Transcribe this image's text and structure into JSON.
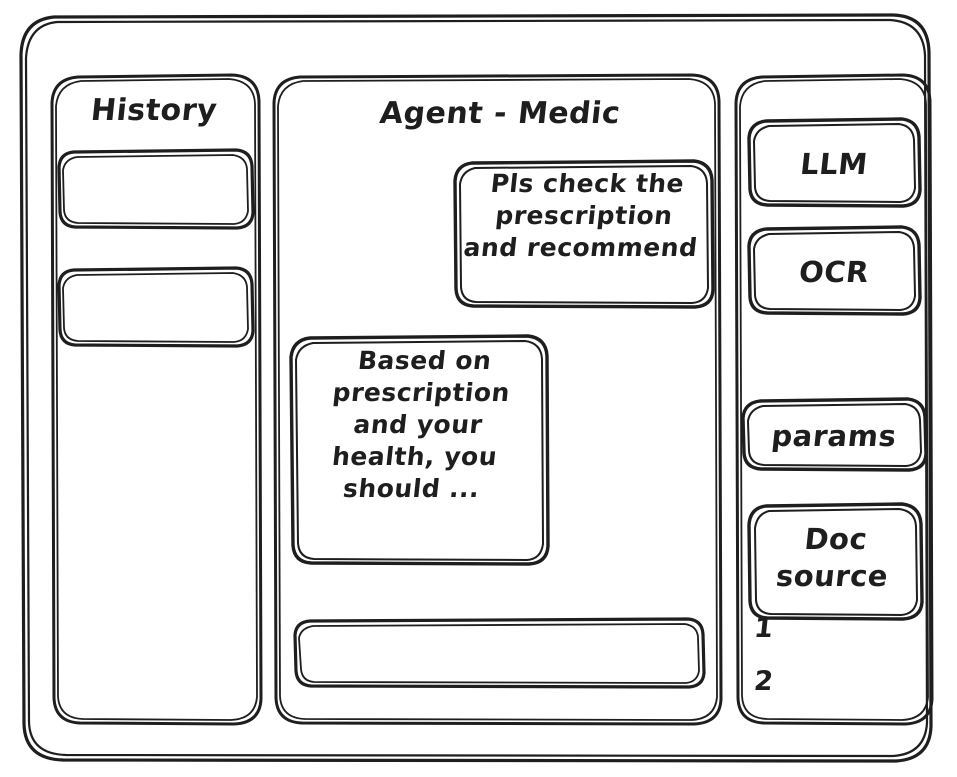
{
  "window": {
    "name": "agent-wireframe-window"
  },
  "sidebar_left": {
    "title": "History",
    "items": [
      {
        "label": "",
        "name": "history-item-1"
      },
      {
        "label": "",
        "name": "history-item-2"
      }
    ]
  },
  "main": {
    "title": "Agent - Medic",
    "messages": [
      {
        "role": "user",
        "text": "Pls check the\nprescription\nand recommend"
      },
      {
        "role": "assistant",
        "text": "Based on\nprescription\nand your\nhealth, you\nshould ..."
      }
    ],
    "composer": {
      "value": "",
      "placeholder": ""
    }
  },
  "sidebar_right": {
    "cards": [
      {
        "label": "LLM",
        "name": "llm-card"
      },
      {
        "label": "OCR",
        "name": "ocr-card"
      },
      {
        "label": "params",
        "name": "params-card"
      },
      {
        "label": "Doc\nsource",
        "name": "doc-source-card"
      }
    ],
    "doc_list": [
      {
        "label": "1"
      },
      {
        "label": "2"
      }
    ]
  },
  "style": {
    "stroke": "#1e1e1e",
    "background": "#ffffff"
  }
}
